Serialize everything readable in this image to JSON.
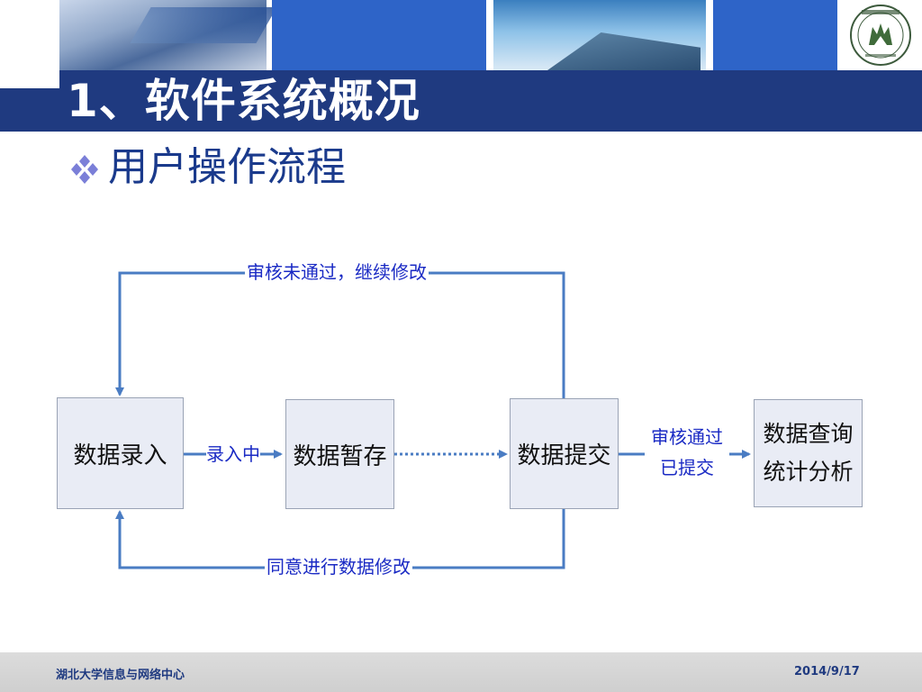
{
  "header": {
    "title": "1、软件系统概况",
    "subtitle": "用户操作流程"
  },
  "flowchart": {
    "nodes": {
      "entry": "数据录入",
      "temp_save": "数据暂存",
      "submit": "数据提交",
      "query_line1": "数据查询",
      "query_line2": "统计分析"
    },
    "labels": {
      "review_failed": "审核未通过，继续修改",
      "entering": "录入中",
      "approved_line1": "审核通过",
      "approved_line2": "已提交",
      "agree_modify": "同意进行数据修改"
    }
  },
  "footer": {
    "organization": "湖北大学信息与网络中心",
    "date": "2014/9/17"
  },
  "colors": {
    "title_bar": "#1f3a80",
    "subtitle_text": "#1a3a8c",
    "flow_line": "#4a7cc3",
    "label_text": "#1a2ac4",
    "node_fill": "#e9ecf5",
    "footer_bg": "#d6d6d6"
  },
  "icons": {
    "bullet": "four-diamond-bullet-icon",
    "logo": "university-seal-icon"
  }
}
